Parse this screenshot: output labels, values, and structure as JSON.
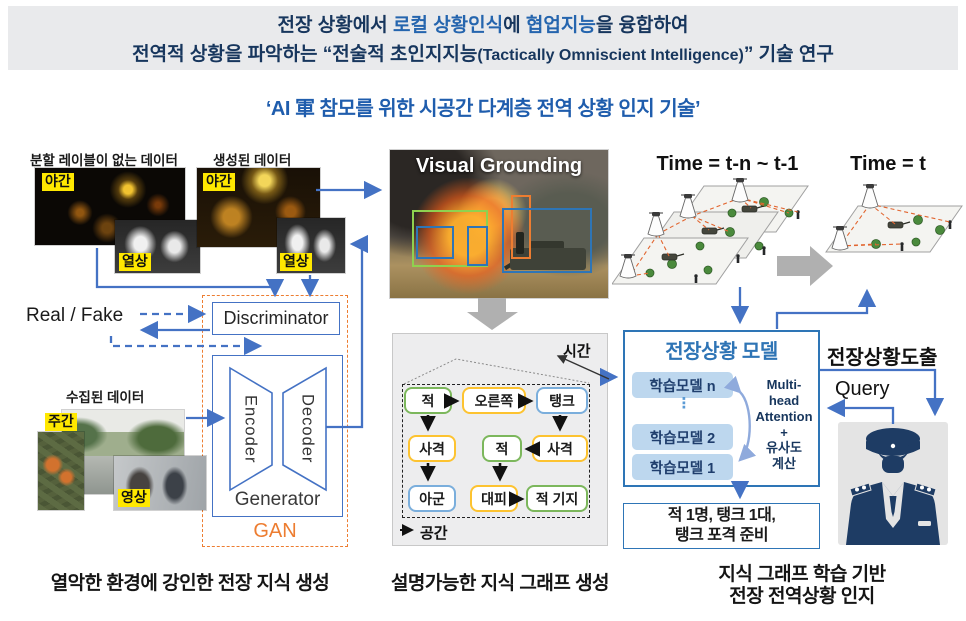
{
  "header": {
    "line1": [
      {
        "t": "전장 상황에서 "
      },
      {
        "t": "로컬 상황인식",
        "highlight": "#2565ae"
      },
      {
        "t": "에 "
      },
      {
        "t": "협업지능",
        "highlight": "#2565ae"
      },
      {
        "t": "을 융합하여"
      }
    ],
    "line2": [
      {
        "t": "전역적 상황을 파악하는 “전술적 초인지지능"
      },
      {
        "t": "(Tactically Omniscient Intelligence)",
        "small": true
      },
      {
        "t": "” 기술 연구"
      }
    ]
  },
  "title": "‘AI 軍 참모를 위한 시공간 다계층 전역 상황 인지 기술’",
  "gan": {
    "unlabeled_caption": "분할 레이블이 없는 데이터",
    "generated_caption": "생성된 데이터",
    "collected_caption": "수집된 데이터",
    "tag_night": "야간",
    "tag_thermal": "열상",
    "tag_day": "주간",
    "tag_video": "영상",
    "real_fake": "Real / Fake",
    "discriminator": "Discriminator",
    "encoder": "Encoder",
    "decoder": "Decoder",
    "generator": "Generator",
    "gan_label": "GAN"
  },
  "visual_grounding": {
    "title": "Visual Grounding"
  },
  "knowledge_graph": {
    "time_axis": "시간",
    "space_axis": "공간",
    "nodes": [
      {
        "label": "적",
        "color": "green"
      },
      {
        "label": "오른쪽",
        "color": "yellow"
      },
      {
        "label": "탱크",
        "color": "blue"
      },
      {
        "label": "사격",
        "color": "yellow"
      },
      {
        "label": "적",
        "color": "green"
      },
      {
        "label": "사격",
        "color": "yellow"
      },
      {
        "label": "아군",
        "color": "blue"
      },
      {
        "label": "대피",
        "color": "yellow"
      },
      {
        "label": "적 기지",
        "color": "green"
      }
    ]
  },
  "temporal": {
    "past_label": "Time = t-n ~ t-1",
    "current_label": "Time = t"
  },
  "model": {
    "title": "전장상황 모델",
    "items": [
      "학습모델 n",
      "학습모델 2",
      "학습모델 1"
    ],
    "ellipsis": "⋮",
    "attention": "Multi-\nhead\nAttention\n+\n유사도\n계산",
    "derive_label": "전장상황도출",
    "query_label": "Query"
  },
  "output_box": {
    "line1": "적 1명, 탱크 1대,",
    "line2": "탱크 포격 준비"
  },
  "captions": {
    "left": "열악한 환경에 강인한 전장 지식 생성",
    "middle": "설명가능한 지식 그래프 생성",
    "right_line1": "지식 그래프 학습 기반",
    "right_line2": "전장 전역상황 인지"
  },
  "colors": {
    "accent_blue": "#4472c4",
    "model_blue": "#2e75b6",
    "highlight_blue": "#2565ae",
    "navy_text": "#17365d",
    "orange": "#ed7d31",
    "node_green": "#7cb75c",
    "node_yellow": "#fdc330",
    "node_blue": "#7aaedc",
    "tag_yellow": "#ffe800",
    "gray_arrow": "#b0b0b0"
  }
}
